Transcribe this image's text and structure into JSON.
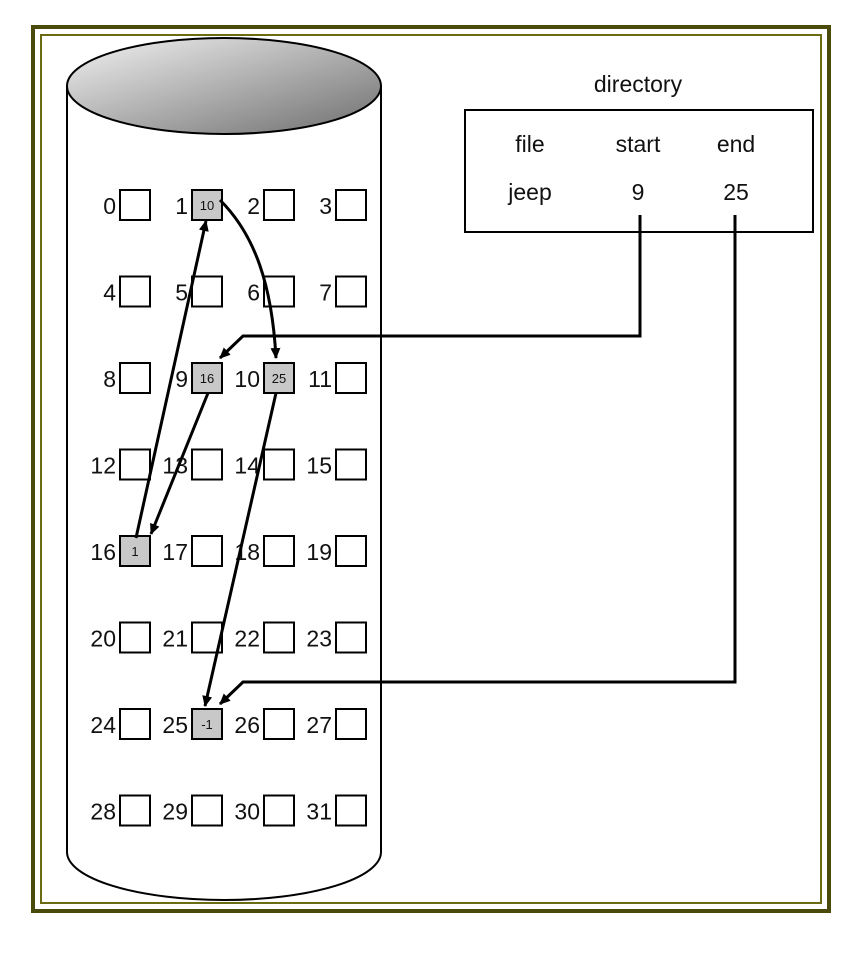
{
  "colors": {
    "frame_outer": "#4a4a0a",
    "frame_inner": "#6b6b14",
    "used_block_fill": "#c8c8c8",
    "line": "#000000"
  },
  "directory": {
    "title": "directory",
    "headers": [
      "file",
      "start",
      "end"
    ],
    "rows": [
      {
        "file": "jeep",
        "start": "9",
        "end": "25"
      }
    ]
  },
  "disk": {
    "blocks": [
      "0",
      "1",
      "2",
      "3",
      "4",
      "5",
      "6",
      "7",
      "8",
      "9",
      "10",
      "11",
      "12",
      "13",
      "14",
      "15",
      "16",
      "17",
      "18",
      "19",
      "20",
      "21",
      "22",
      "23",
      "24",
      "25",
      "26",
      "27",
      "28",
      "29",
      "30",
      "31"
    ],
    "used_blocks": [
      {
        "block": 9,
        "pointer": "16"
      },
      {
        "block": 16,
        "pointer": "1"
      },
      {
        "block": 1,
        "pointer": "10"
      },
      {
        "block": 10,
        "pointer": "25"
      },
      {
        "block": 25,
        "pointer": "-1"
      }
    ]
  }
}
